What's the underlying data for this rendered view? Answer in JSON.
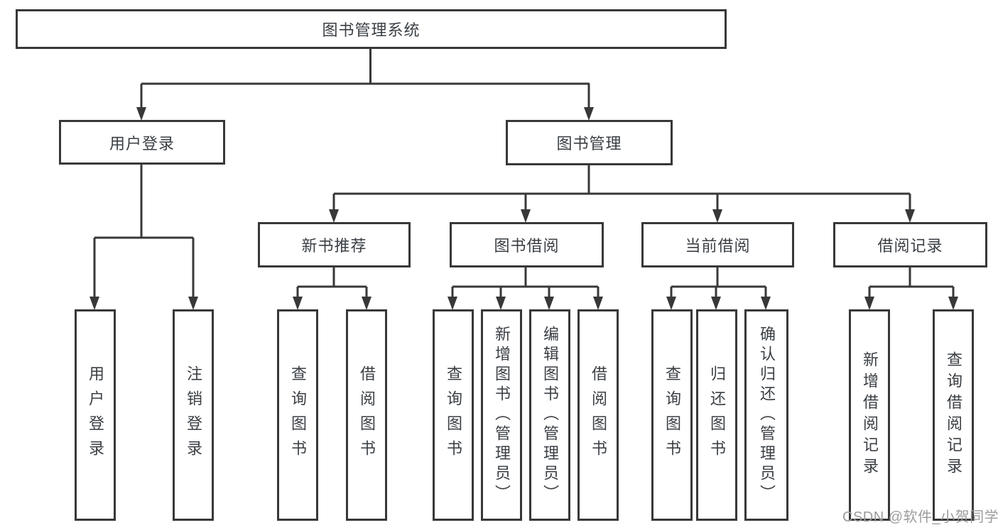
{
  "diagram": {
    "title_note": "functional structure tree",
    "root": {
      "label": "图书管理系统"
    },
    "branches": [
      {
        "label": "用户登录",
        "children": [
          {
            "label": "用户登录"
          },
          {
            "label": "注销登录"
          }
        ]
      },
      {
        "label": "图书管理",
        "children": [
          {
            "label": "新书推荐",
            "children": [
              {
                "label": "查询图书"
              },
              {
                "label": "借阅图书"
              }
            ]
          },
          {
            "label": "图书借阅",
            "children": [
              {
                "label": "查询图书"
              },
              {
                "label": "新增图书（管理员）"
              },
              {
                "label": "编辑图书（管理员）"
              },
              {
                "label": "借阅图书"
              }
            ]
          },
          {
            "label": "当前借阅",
            "children": [
              {
                "label": "查询图书"
              },
              {
                "label": "归还图书"
              },
              {
                "label": "确认归还（管理员）"
              }
            ]
          },
          {
            "label": "借阅记录",
            "children": [
              {
                "label": "新增借阅记录"
              },
              {
                "label": "查询借阅记录"
              }
            ]
          }
        ]
      }
    ]
  },
  "watermark": {
    "text": "CSDN @软件_小贺同学"
  },
  "colors": {
    "line": "#383838",
    "box_border": "#383838",
    "text": "#3a3f44",
    "background": "#ffffff",
    "watermark": "#9c9c9c"
  }
}
